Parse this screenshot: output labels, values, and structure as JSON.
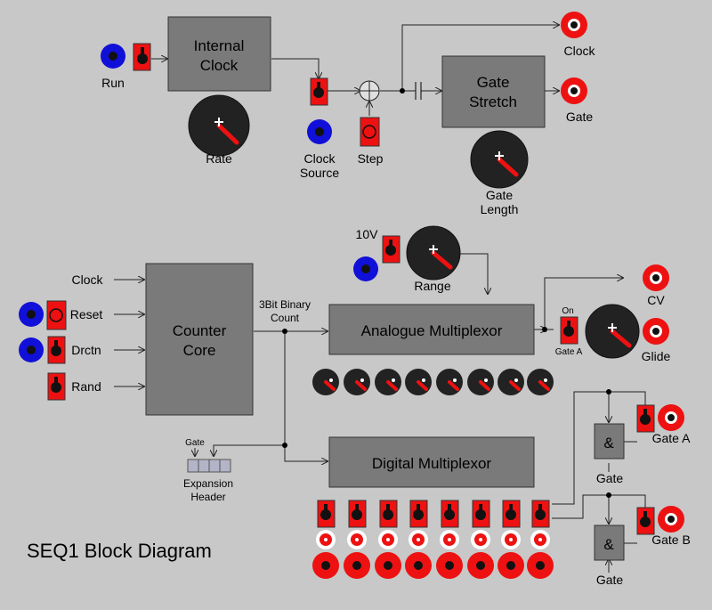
{
  "diagram": {
    "title": "SEQ1 Block Diagram",
    "blocks": {
      "internal_clock": [
        "Internal",
        "Clock"
      ],
      "gate_stretch": [
        "Gate",
        "Stretch"
      ],
      "counter_core": [
        "Counter",
        "Core"
      ],
      "analogue_mux": "Analogue Multiplexor",
      "digital_mux": "Digital Multiplexor",
      "and_gate_a": "&",
      "and_gate_b": "&"
    },
    "labels": {
      "run": "Run",
      "rate": "Rate",
      "clock_source": [
        "Clock",
        "Source"
      ],
      "step": "Step",
      "gate_length": [
        "Gate",
        "Length"
      ],
      "clock_out": "Clock",
      "gate_out": "Gate",
      "ten_v": "10V",
      "range": "Range",
      "clock_in": "Clock",
      "reset": "Reset",
      "drctn": "Drctn",
      "rand": "Rand",
      "binary_count": [
        "3Bit Binary",
        "Count"
      ],
      "cv": "CV",
      "on": "On",
      "gate_a_small": "Gate A",
      "glide": "Glide",
      "expansion_gate": "Gate",
      "expansion_header": [
        "Expansion",
        "Header"
      ],
      "gate_a_out": "Gate A",
      "gate_b_out": "Gate B",
      "gate_in_a": "Gate",
      "gate_in_b": "Gate"
    },
    "colors": {
      "background": "#c8c8c8",
      "block": "#7a7a7a",
      "jack_blue": "#1010d8",
      "jack_red": "#ee1111",
      "knob": "#222222"
    }
  }
}
